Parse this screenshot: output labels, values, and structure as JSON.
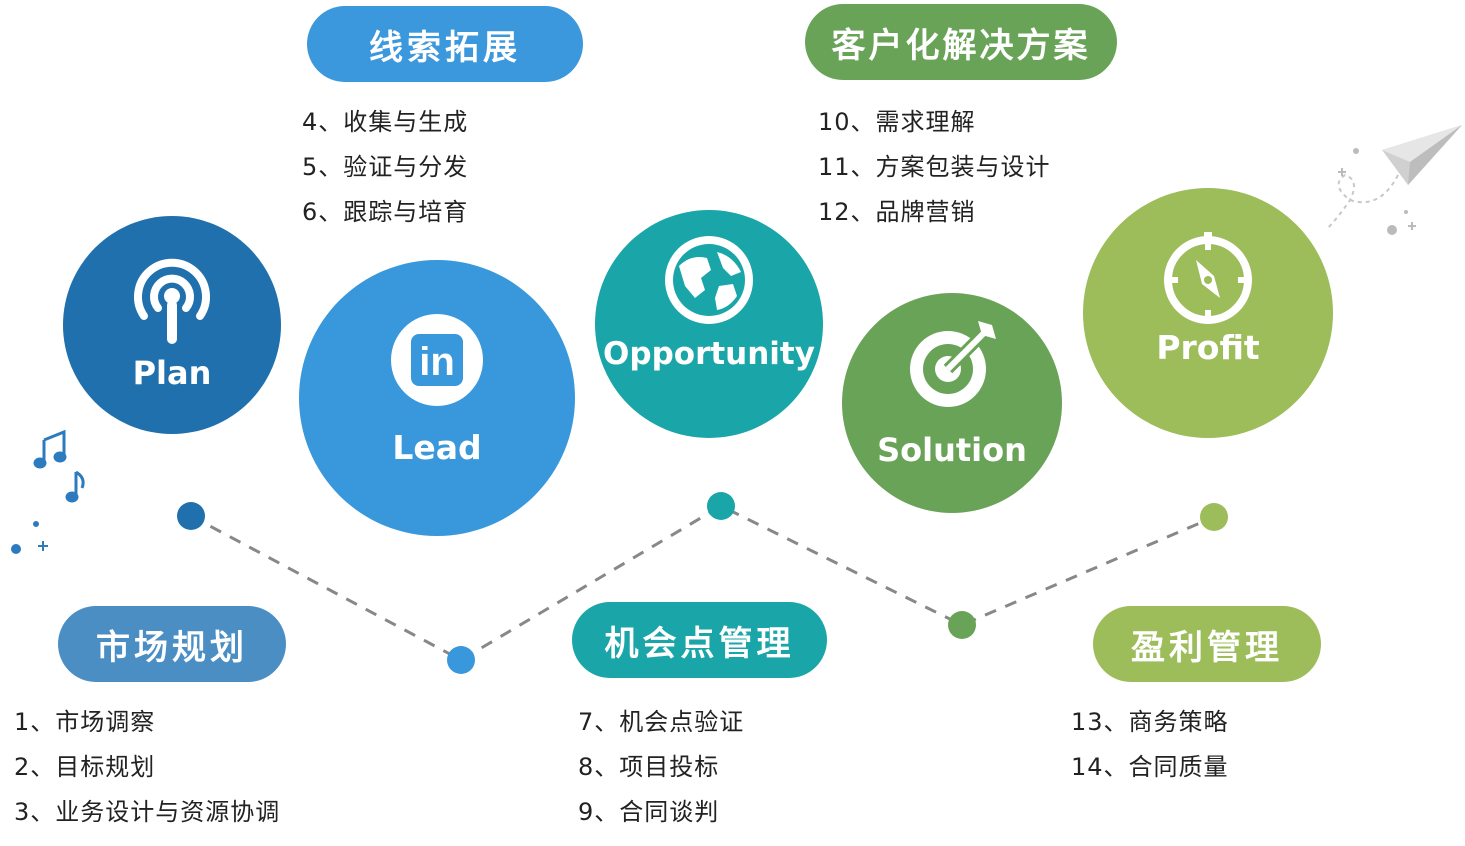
{
  "stages": [
    {
      "id": "plan",
      "label": "Plan",
      "color": "#1f70ad",
      "icon": "broadcast-icon"
    },
    {
      "id": "lead",
      "label": "Lead",
      "color": "#3997db",
      "icon": "linkedin-icon"
    },
    {
      "id": "opportunity",
      "label": "Opportunity",
      "color": "#1aa5a8",
      "icon": "globe-icon"
    },
    {
      "id": "solution",
      "label": "Solution",
      "color": "#69a358",
      "icon": "target-icon"
    },
    {
      "id": "profit",
      "label": "Profit",
      "color": "#9dbc5a",
      "icon": "compass-icon"
    }
  ],
  "categories": [
    {
      "id": "market",
      "title": "市场规划",
      "color": "#4a8ec4",
      "items": [
        "1、市场调察",
        "2、目标规划",
        "3、业务设计与资源协调"
      ]
    },
    {
      "id": "lead",
      "title": "线索拓展",
      "color": "#3b98dc",
      "items": [
        "4、收集与生成",
        "5、验证与分发",
        "6、跟踪与培育"
      ]
    },
    {
      "id": "opportunity",
      "title": "机会点管理",
      "color": "#1aa5a8",
      "items": [
        "7、机会点验证",
        "8、项目投标",
        "9、合同谈判"
      ]
    },
    {
      "id": "solution",
      "title": "客户化解决方案",
      "color": "#69a358",
      "items": [
        "10、需求理解",
        "11、方案包装与设计",
        "12、品牌营销"
      ]
    },
    {
      "id": "profit",
      "title": "盈利管理",
      "color": "#9dbc5a",
      "items": [
        "13、商务策略",
        "14、合同质量"
      ]
    }
  ]
}
